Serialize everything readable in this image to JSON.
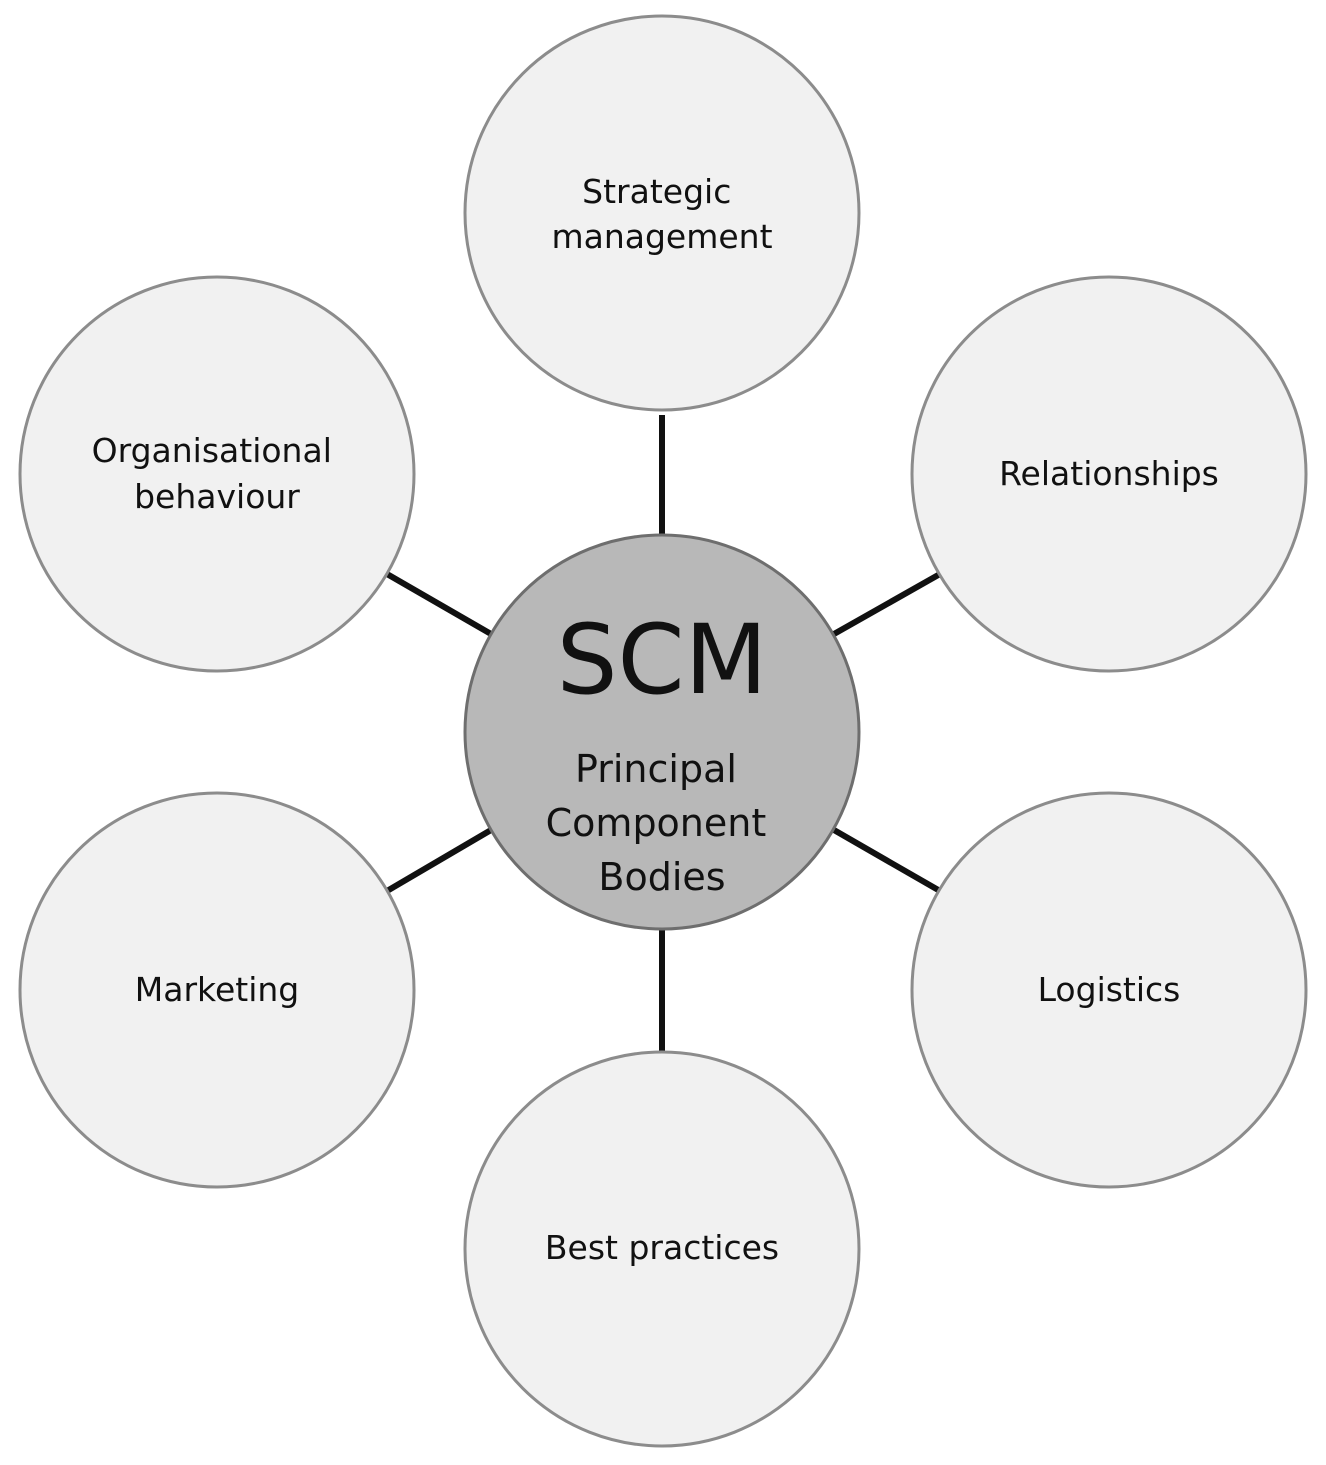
{
  "center": {
    "title": "SCM",
    "subtitle_lines": [
      "Principal",
      "Component",
      "Bodies"
    ]
  },
  "nodes": [
    {
      "id": "strategic-management",
      "lines": [
        "Strategic",
        "management"
      ]
    },
    {
      "id": "relationships",
      "lines": [
        "Relationships"
      ]
    },
    {
      "id": "logistics",
      "lines": [
        "Logistics"
      ]
    },
    {
      "id": "best-practices",
      "lines": [
        "Best practices"
      ]
    },
    {
      "id": "marketing",
      "lines": [
        "Marketing"
      ]
    },
    {
      "id": "organisational-behaviour",
      "lines": [
        "Organisational",
        "behaviour"
      ]
    }
  ]
}
